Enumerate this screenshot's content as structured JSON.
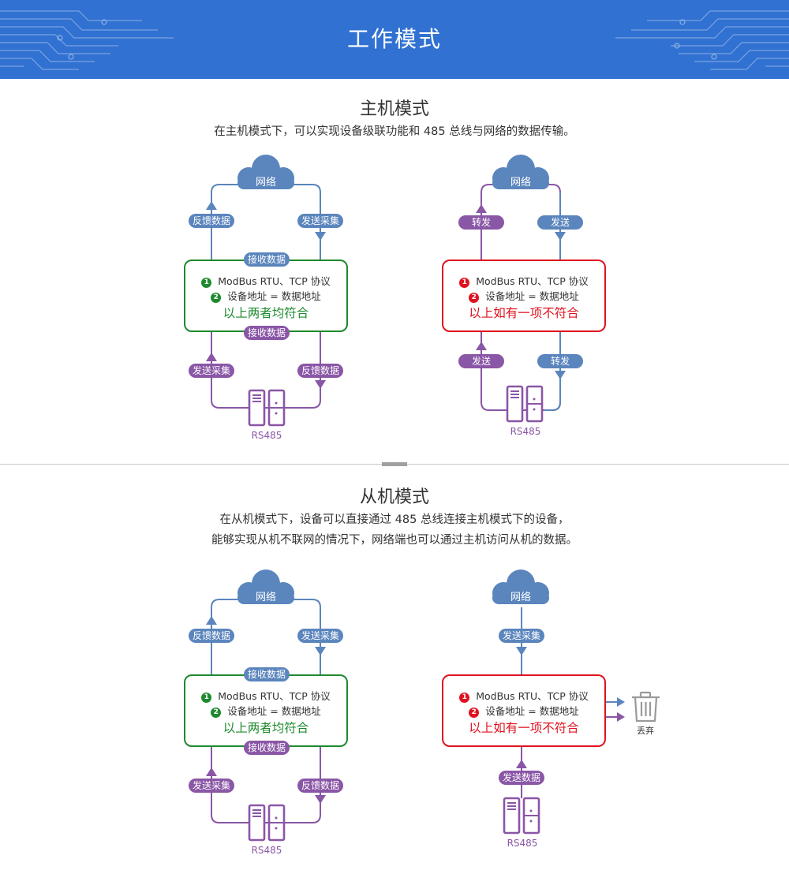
{
  "header": {
    "title": "工作模式"
  },
  "master": {
    "title": "主机模式",
    "desc": "在主机模式下，可以实现设备级联功能和 485 总线与网络的数据传输。"
  },
  "slave": {
    "title": "从机模式",
    "desc_line1": "在从机模式下，设备可以直接通过 485 总线连接主机模式下的设备，",
    "desc_line2": "能够实现从机不联网的情况下，网络端也可以通过主机访问从机的数据。"
  },
  "common": {
    "cloud": "网络",
    "rs485": "RS485",
    "protocol": "ModBus RTU、TCP 协议",
    "address": "设备地址 = 数据地址",
    "match": "以上两者均符合",
    "mismatch": "以上如有一项不符合",
    "n1": "1",
    "n2": "2",
    "discard": "丢弃"
  },
  "pills": {
    "feedback": "反馈数据",
    "send_collect": "发送采集",
    "receive": "接收数据",
    "forward": "转发",
    "send": "发送",
    "send_data": "发送数据"
  },
  "colors": {
    "header_bg": "#3071d1",
    "blue_flow": "#5b85bd",
    "purple_flow": "#8a56a6",
    "match_green": "#1e8a2e",
    "mismatch_red": "#e0121f"
  }
}
